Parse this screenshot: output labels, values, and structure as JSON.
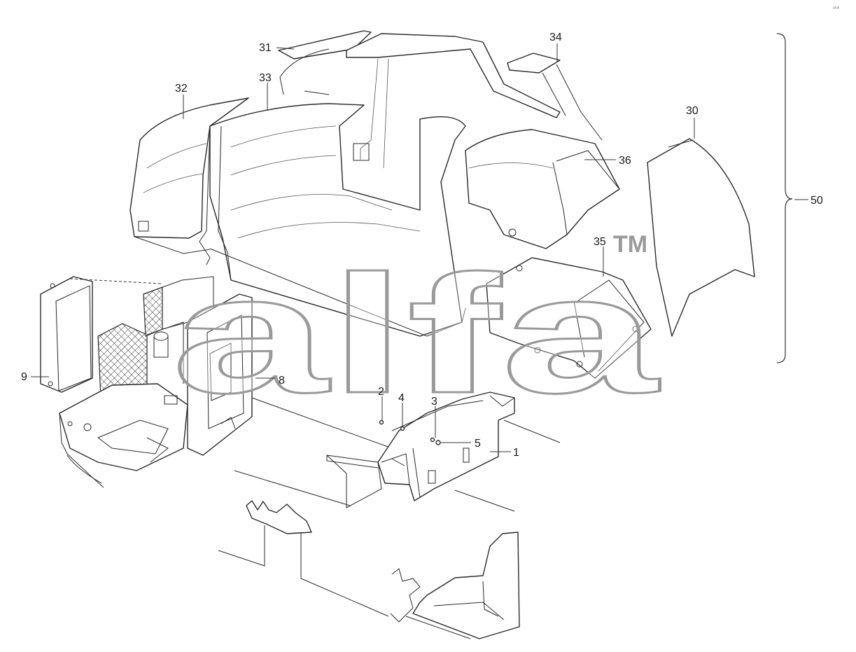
{
  "diagram": {
    "callouts": [
      {
        "id": "c30",
        "text": "30"
      },
      {
        "id": "c31",
        "text": "31"
      },
      {
        "id": "c32",
        "text": "32"
      },
      {
        "id": "c33",
        "text": "33"
      },
      {
        "id": "c34",
        "text": "34"
      },
      {
        "id": "c35",
        "text": "35"
      },
      {
        "id": "c36",
        "text": "36"
      },
      {
        "id": "c50",
        "text": "50"
      },
      {
        "id": "c9",
        "text": "9"
      },
      {
        "id": "c8",
        "text": "8"
      },
      {
        "id": "c2",
        "text": "2"
      },
      {
        "id": "c4",
        "text": "4"
      },
      {
        "id": "c3",
        "text": "3"
      },
      {
        "id": "c5",
        "text": "5"
      },
      {
        "id": "c1",
        "text": "1"
      }
    ],
    "watermark": {
      "text": "alfa",
      "trademark": "TM"
    },
    "corner_mark": "ᵃᵗᵘᵏ"
  }
}
